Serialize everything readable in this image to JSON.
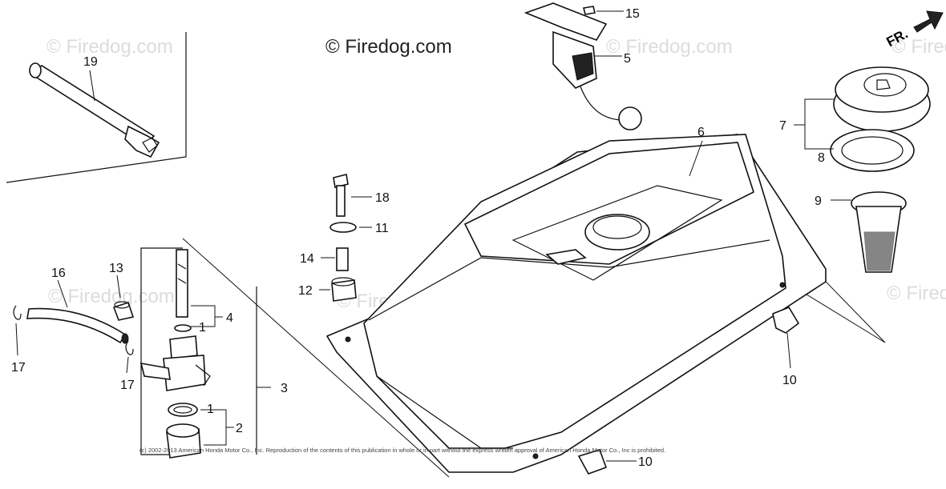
{
  "watermark": "© Firedog.com",
  "brand_text": "© Firedog.com",
  "direction_label": "FR.",
  "copyright": "(c) 2002-2013 American Honda Motor Co., Inc. Reproduction of the contents of this publication in whole or in part without the express written approval of American Honda Motor Co., Inc is prohibited.",
  "callouts": {
    "c1a": "1",
    "c1b": "1",
    "c2": "2",
    "c3": "3",
    "c4": "4",
    "c5": "5",
    "c6": "6",
    "c7": "7",
    "c8": "8",
    "c9": "9",
    "c10a": "10",
    "c10b": "10",
    "c11": "11",
    "c12": "12",
    "c13": "13",
    "c14": "14",
    "c15": "15",
    "c16": "16",
    "c17a": "17",
    "c17b": "17",
    "c18": "18",
    "c19": "19"
  }
}
